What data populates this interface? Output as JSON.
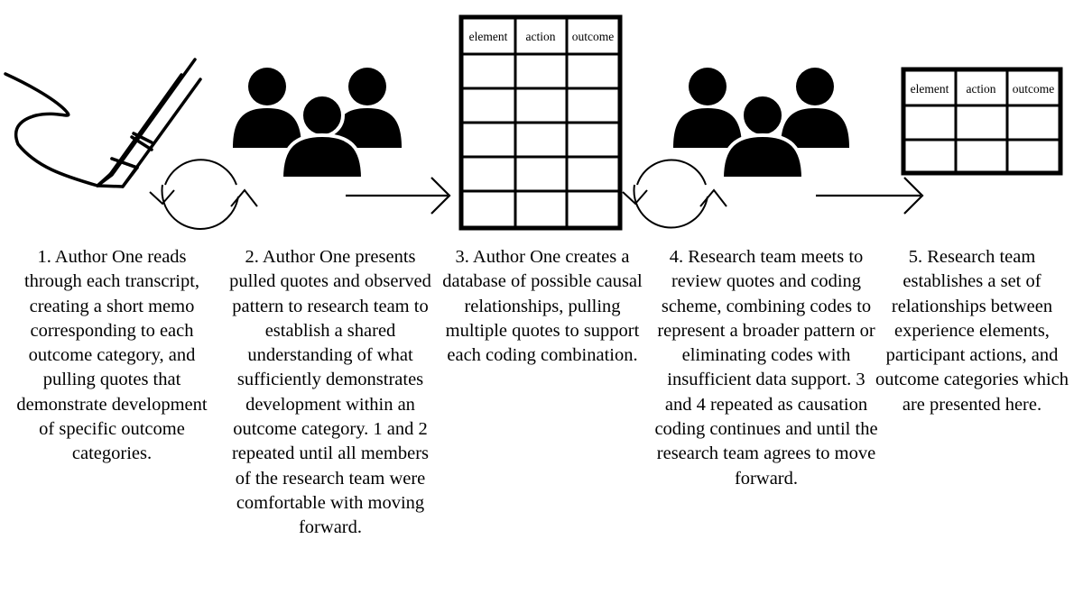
{
  "steps": [
    {
      "text": "1. Author One reads through each transcript, creating a short memo corresponding to each outcome category, and pulling quotes that demonstrate development of specific outcome categories."
    },
    {
      "text": "2. Author One presents pulled quotes and observed pattern to research team to establish a shared understanding of what sufficiently demonstrates development within an outcome category. 1 and 2 repeated until all members of the research team were comfortable with moving forward."
    },
    {
      "text": "3. Author One creates a database of possible causal relationships, pulling multiple quotes to support each coding combination."
    },
    {
      "text": "4. Research team meets to review quotes and coding scheme, combining codes to represent a broader pattern or eliminating codes with insufficient data support. 3 and 4 repeated as causation coding continues and until the research team agrees to move forward."
    },
    {
      "text": "5. Research team establishes a set of relationships between experience elements, participant actions, and outcome categories which are presented here."
    }
  ],
  "tables": [
    {
      "headers": [
        "element",
        "action",
        "outcome"
      ]
    },
    {
      "headers": [
        "element",
        "action",
        "outcome"
      ]
    }
  ],
  "icons": [
    "pen-icon",
    "cycle-icon",
    "people-icon",
    "arrow-right-icon",
    "table-icon",
    "cycle-icon",
    "people-icon",
    "arrow-right-icon",
    "table-icon"
  ]
}
